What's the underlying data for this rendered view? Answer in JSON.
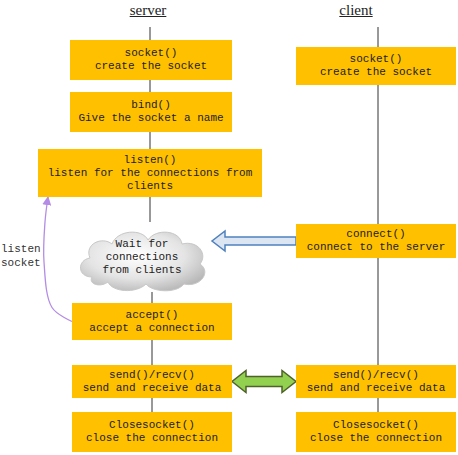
{
  "diagram": {
    "nodes": [
      {
        "text": [
          "socket()",
          "create the socket"
        ]
      },
      {
        "text": [
          "socket()",
          "create the socket"
        ]
      },
      {
        "text": [
          "bind()",
          "Give the socket a name"
        ]
      },
      {
        "text": [
          "listen()",
          "listen for the connections from clients"
        ]
      },
      {
        "text": [
          "Wait for connections from clients"
        ]
      },
      {
        "text": [
          "connect()",
          "connect to the server"
        ]
      },
      {
        "text": [
          "accept()",
          "accept a connection"
        ]
      },
      {
        "text": [
          "send()/recv()",
          "send and receive data"
        ]
      },
      {
        "text": [
          "send()/recv()",
          "send and receive data"
        ]
      },
      {
        "text": [
          "Closesocket()",
          "close the connection"
        ]
      },
      {
        "text": [
          "Closesocket()",
          "close the connection"
        ]
      }
    ],
    "edges": [
      {
        "from": 0,
        "to": 2,
        "arrow": "none"
      },
      {
        "from": 2,
        "to": 3,
        "arrow": "none"
      },
      {
        "from": 3,
        "to": 4,
        "arrow": "none"
      },
      {
        "from": 4,
        "to": 6,
        "arrow": "none"
      },
      {
        "from": 6,
        "to": 7,
        "arrow": "none"
      },
      {
        "from": 7,
        "to": 9,
        "arrow": "none"
      },
      {
        "from": 1,
        "to": 5,
        "arrow": "none"
      },
      {
        "from": 5,
        "to": 8,
        "arrow": "none"
      },
      {
        "from": 8,
        "to": 10,
        "arrow": "none"
      },
      {
        "from": 5,
        "to": 4,
        "arrow": "to"
      },
      {
        "from": 7,
        "to": 8,
        "arrow": "both"
      },
      {
        "from": 6,
        "to": 3,
        "arrow": "to",
        "label": "listen socket"
      }
    ],
    "labels": [
      "server",
      "client"
    ]
  }
}
